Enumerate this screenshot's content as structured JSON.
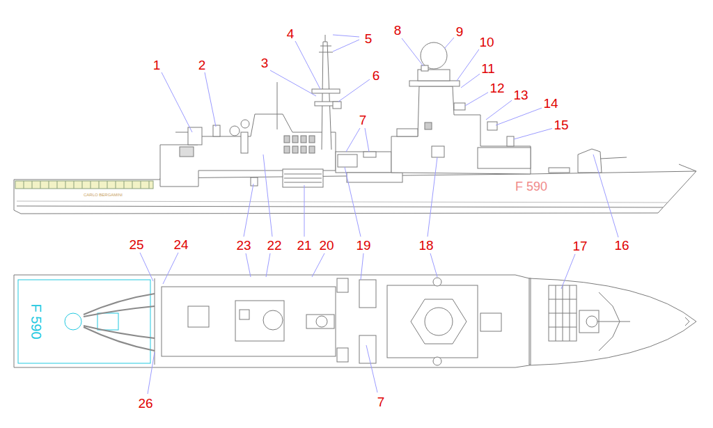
{
  "diagram": {
    "labels": [
      "1",
      "2",
      "3",
      "4",
      "5",
      "6",
      "7",
      "8",
      "9",
      "10",
      "11",
      "12",
      "13",
      "14",
      "15",
      "23",
      "22",
      "21",
      "20",
      "19",
      "18",
      "17",
      "16",
      "25",
      "24",
      "26",
      "7",
      "F 590",
      "CARLO BERGAMINI",
      "F 590"
    ]
  }
}
